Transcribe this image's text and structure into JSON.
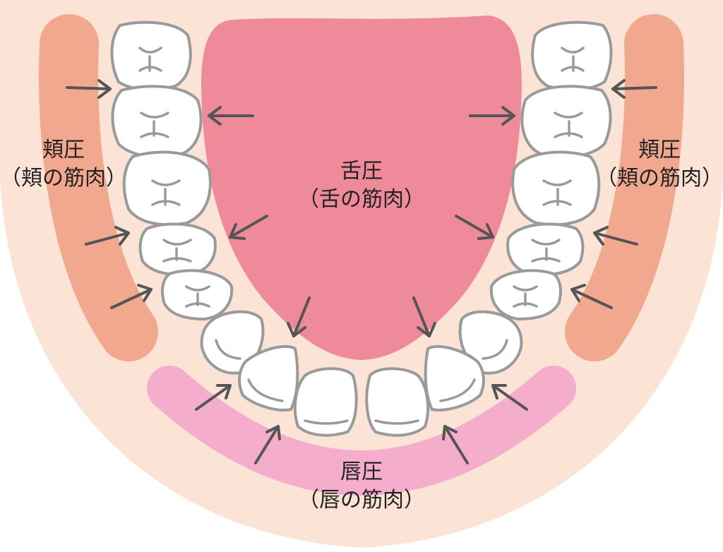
{
  "colors": {
    "skin": "#FBE3D5",
    "tongue": "#EE8A99",
    "cheek_muscle": "#F2A78F",
    "lip_muscle": "#F4AECB",
    "tooth_fill": "#FFFFFF",
    "tooth_outline": "#9A9A9A",
    "arrow": "#555555",
    "text": "#222222"
  },
  "labels": {
    "tongue": {
      "title": "舌圧",
      "subtitle": "（舌の筋肉）"
    },
    "cheek_left": {
      "title": "頬圧",
      "subtitle": "（頬の筋肉）"
    },
    "cheek_right": {
      "title": "頬圧",
      "subtitle": "（頬の筋肉）"
    },
    "lip": {
      "title": "唇圧",
      "subtitle": "（唇の筋肉）"
    }
  },
  "icons": {
    "molar": "molar-tooth-icon",
    "incisor": "incisor-tooth-icon",
    "arrow": "pressure-arrow-icon"
  }
}
